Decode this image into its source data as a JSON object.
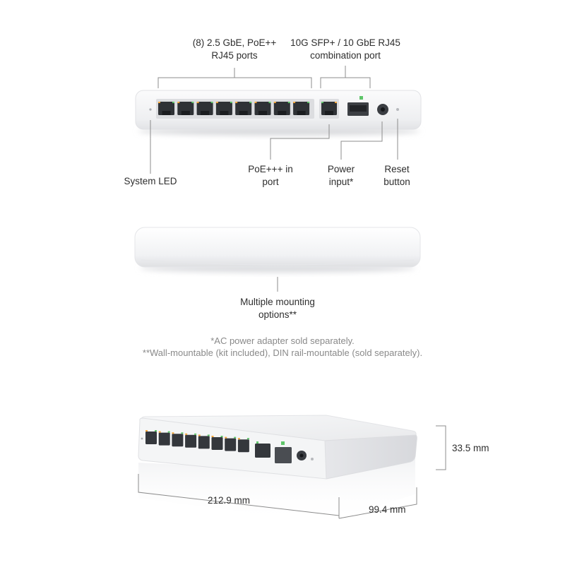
{
  "front_view": {
    "callouts": {
      "rj45_ports": [
        "(8) 2.5 GbE, PoE++",
        "RJ45 ports"
      ],
      "combo_port": [
        "10G SFP+ / 10 GbE RJ45",
        "combination port"
      ],
      "system_led": [
        "System LED"
      ],
      "poe_in": [
        "PoE+++ in",
        "port"
      ],
      "power_input": [
        "Power",
        "input*"
      ],
      "reset": [
        "Reset",
        "button"
      ]
    }
  },
  "top_view": {
    "callouts": {
      "mounting": [
        "Multiple mounting",
        "options**"
      ]
    }
  },
  "notes": [
    "*AC power adapter sold separately.",
    "**Wall-mountable (kit included), DIN rail-mountable (sold separately)."
  ],
  "dimensions": {
    "height": "33.5 mm",
    "width": "212.9 mm",
    "depth": "99.4 mm"
  },
  "colors": {
    "callout_line": "#8c8c8c",
    "device_body": "#f4f5f6",
    "port_led_orange": "#f3a63a",
    "port_led_green": "#5fc56a"
  }
}
